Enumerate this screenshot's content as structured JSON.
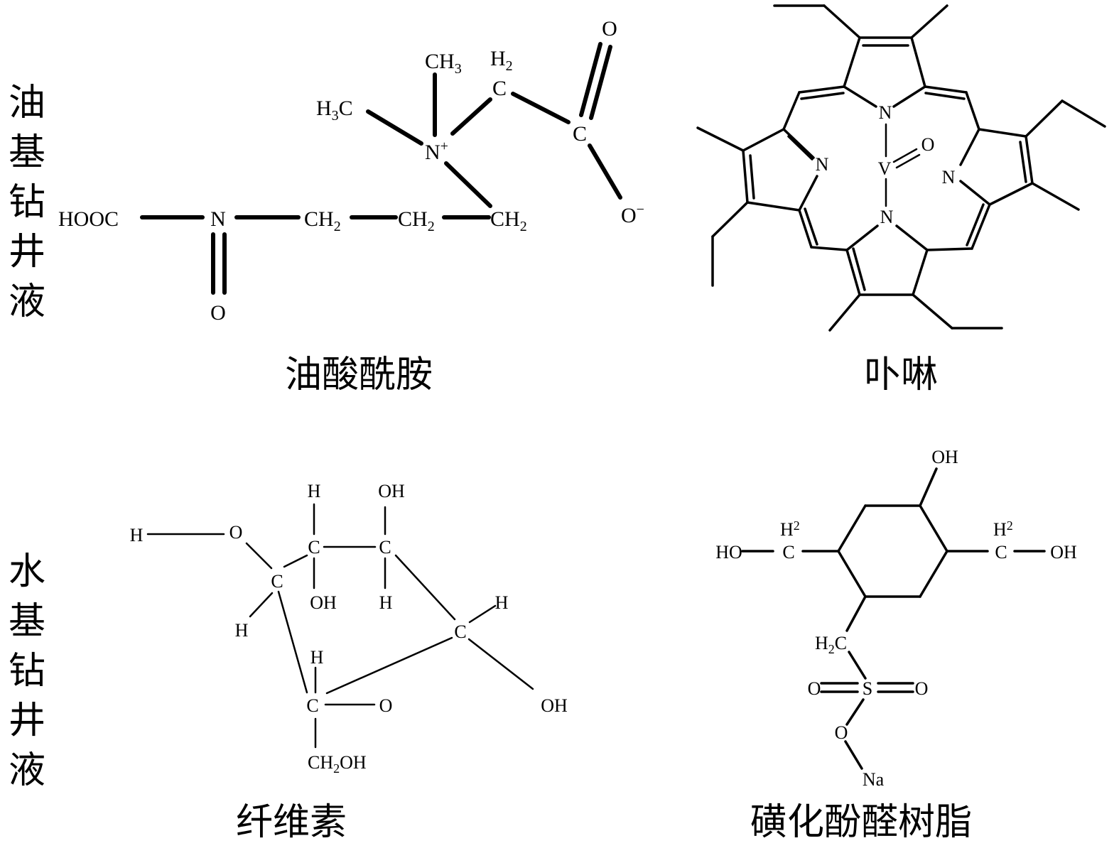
{
  "side_labels": {
    "oil_based": [
      "油",
      "基",
      "钻",
      "井",
      "液"
    ],
    "water_based": [
      "水",
      "基",
      "钻",
      "井",
      "液"
    ]
  },
  "structures": {
    "oleamide": {
      "caption": "油酸酰胺",
      "atoms": {
        "hooc": "HOOC",
        "n": "N",
        "n_o": "O",
        "ch2_1": "CH",
        "ch2_1_sub": "2",
        "ch2_2": "CH",
        "ch2_2_sub": "2",
        "ch2_3": "CH",
        "ch2_3_sub": "2",
        "nplus": "N",
        "nplus_sup": "+",
        "h3c_h": "H",
        "h3c_sub": "3",
        "h3c_c": "C",
        "ch3": "CH",
        "ch3_sub": "3",
        "h2_h": "H",
        "h2_sub": "2",
        "c_ch2": "C",
        "c_carb": "C",
        "o_double": "O",
        "o_minus": "O",
        "o_minus_sup": "−"
      }
    },
    "porphyrin": {
      "caption": "卟啉",
      "atoms": {
        "n_top": "N",
        "n_left": "N",
        "n_right": "N",
        "n_bottom": "N",
        "v": "V",
        "o": "O"
      }
    },
    "cellulose": {
      "caption": "纤维素",
      "atoms": {
        "h_left": "H",
        "o_left": "O",
        "c1": "C",
        "h_c1": "H",
        "c2": "C",
        "h_c2_top": "H",
        "oh_c2": "OH",
        "c3": "C",
        "oh_c3": "OH",
        "h_c3": "H",
        "c4": "C",
        "h_c4": "H",
        "oh_c4": "OH",
        "c5": "C",
        "h_c5": "H",
        "o_ring": "O",
        "ch2oh_ch": "CH",
        "ch2oh_sub": "2",
        "ch2oh_oh": "OH"
      }
    },
    "sulfonated_phenolic_resin": {
      "caption": "磺化酚醛树脂",
      "atoms": {
        "oh_top": "OH",
        "ho_left": "HO",
        "h2_left": "H",
        "h2_left_sub": "2",
        "c_left": "C",
        "h2_right": "H",
        "h2_right_sub": "2",
        "c_right": "C",
        "oh_right": "OH",
        "h2c_h": "H",
        "h2c_sub": "2",
        "h2c_c": "C",
        "s": "S",
        "o_s_left": "O",
        "o_s_right": "O",
        "o_na": "O",
        "na": "Na"
      }
    }
  }
}
